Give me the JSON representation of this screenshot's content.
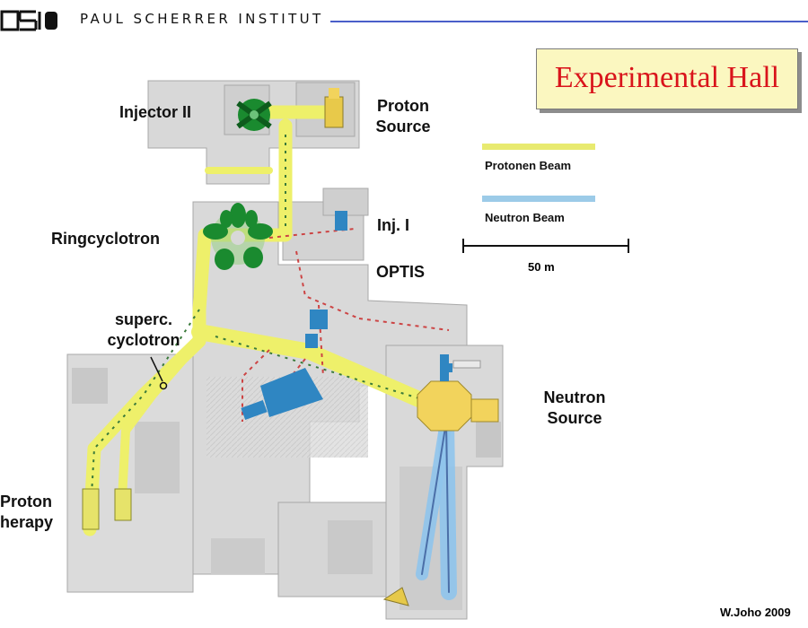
{
  "header": {
    "logo_text": "PSI",
    "institute": "PAUL SCHERRER INSTITUT",
    "line_color": "#4a5ec9"
  },
  "title": "Experimental Hall",
  "labels": {
    "injector2": "Injector II",
    "proton_source_1": "Proton",
    "proton_source_2": "Source",
    "ringcyclotron": "Ringcyclotron",
    "inj1": "Inj. I",
    "optis": "OPTIS",
    "superc_1": "superc.",
    "superc_2": "cyclotron",
    "neutron_source_1": "Neutron",
    "neutron_source_2": "Source",
    "proton_therapy_1": "Proton",
    "proton_therapy_2": "herapy"
  },
  "legend": {
    "proton_beam": {
      "label": "Protonen Beam",
      "color": "#e8ea70"
    },
    "neutron_beam": {
      "label": "Neutron Beam",
      "color": "#9ccbe8"
    }
  },
  "scale": {
    "label": "50 m"
  },
  "credit": "W.Joho 2009",
  "colors": {
    "building": "#d9d9d9",
    "building_dark": "#bfbfbf",
    "proton_beam": "#eef06a",
    "neutron_beam": "#8fc4ec",
    "magnet_green": "#1a8a2f",
    "magnet_blue": "#2f86c2",
    "target_yellow": "#f2d35c",
    "title_red": "#d9141b"
  }
}
